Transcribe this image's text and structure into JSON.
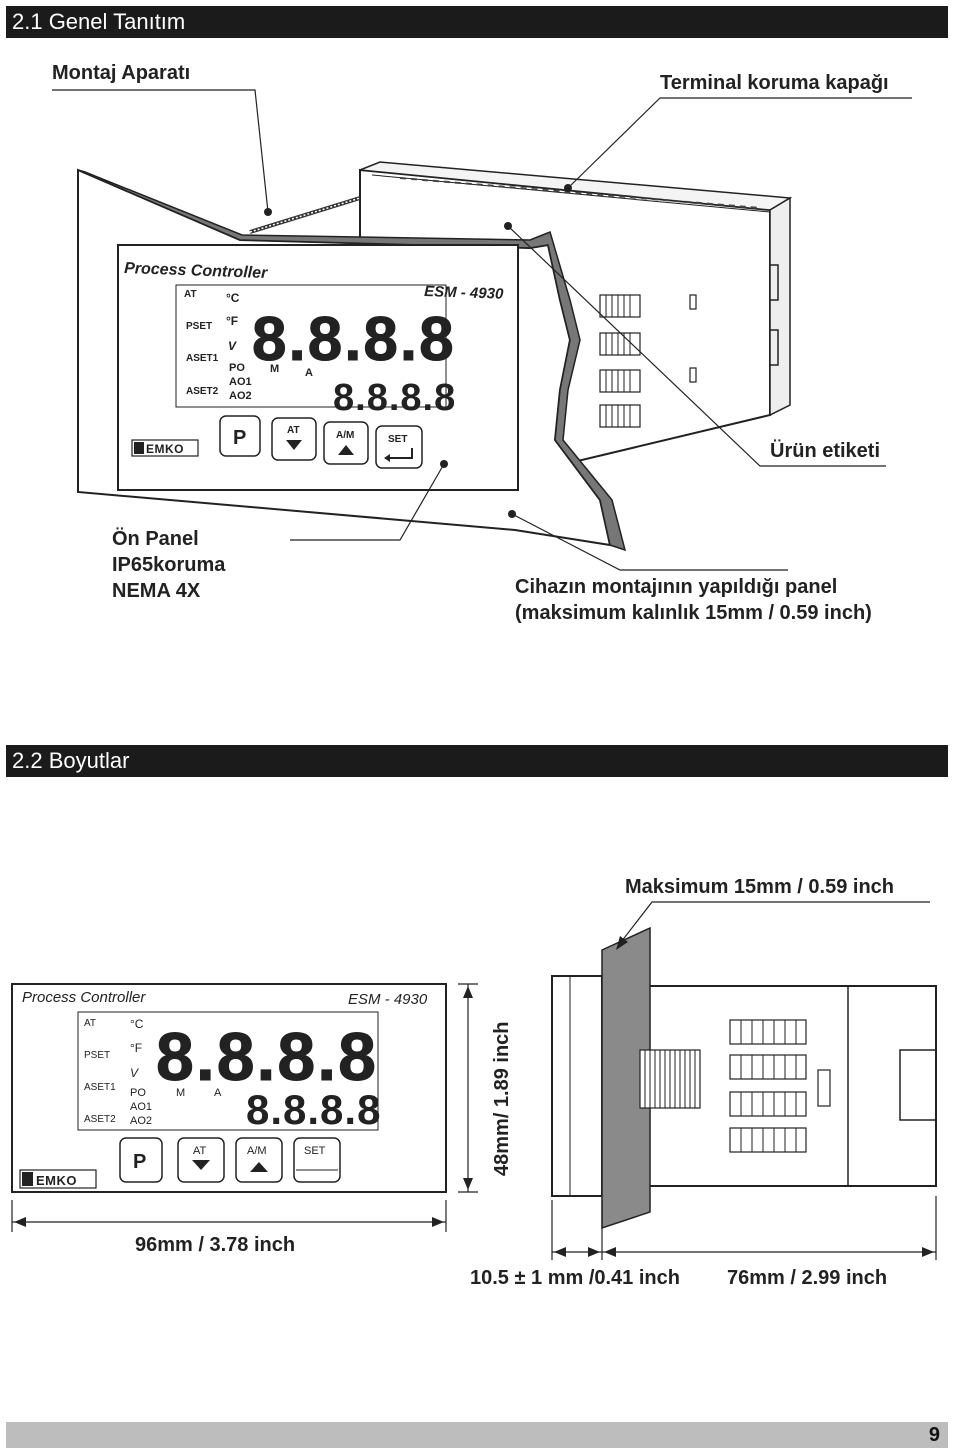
{
  "sections": {
    "intro_title": "2.1 Genel Tanıtım",
    "dims_title": "2.2 Boyutlar"
  },
  "callouts": {
    "mounting_clamp": "Montaj Aparatı",
    "terminal_cover": "Terminal koruma kapağı",
    "product_label": "Ürün etiketi",
    "front_panel_1": "Ön Panel",
    "front_panel_2": "IP65koruma",
    "front_panel_3": "NEMA 4X",
    "panel_note_1": "Cihazın montajının yapıldığı panel",
    "panel_note_2": "(maksimum kalınlık 15mm / 0.59 inch)"
  },
  "device": {
    "header": "Process Controller",
    "model": "ESM - 4930",
    "indicators": [
      "AT",
      "PSET",
      "ASET1",
      "ASET2"
    ],
    "units": [
      "°C",
      "°F",
      "V"
    ],
    "outputs": [
      "PO",
      "AO1",
      "AO2"
    ],
    "mode_m": "M",
    "mode_a": "A",
    "display_top": "8.8.8.8",
    "display_bottom": "8.8.8.8",
    "buttons": [
      "P",
      "AT",
      "A/M",
      "SET"
    ],
    "brand": "EMKO"
  },
  "dimensions": {
    "max_thickness": "Maksimum 15mm / 0.59 inch",
    "height": "48mm/ 1.89 inch",
    "width": "96mm / 3.78 inch",
    "front_depth": "10.5 ± 1 mm /0.41 inch",
    "body_depth": "76mm / 2.99 inch"
  },
  "footer": {
    "page_number": "9"
  }
}
